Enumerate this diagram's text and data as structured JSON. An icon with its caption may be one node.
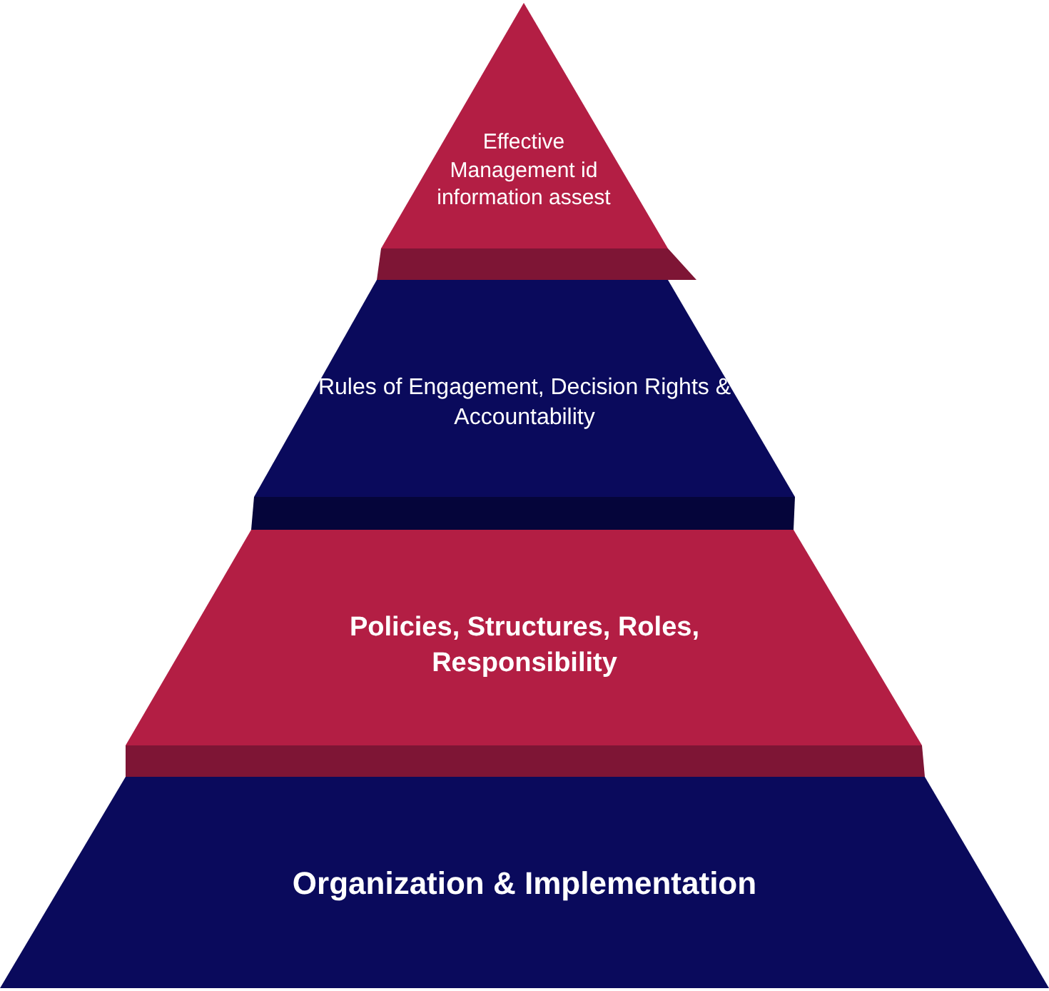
{
  "diagram": {
    "nodes": [
      {
        "text": [
          "Effective Management id information assest"
        ]
      },
      {
        "text": [
          "Rules of Engagement, Decision Rights & Accountability"
        ]
      },
      {
        "text": [
          "Policies, Structures, Roles, Responsibility"
        ]
      },
      {
        "text": [
          "Organization & Implementation"
        ]
      }
    ],
    "edges": []
  }
}
